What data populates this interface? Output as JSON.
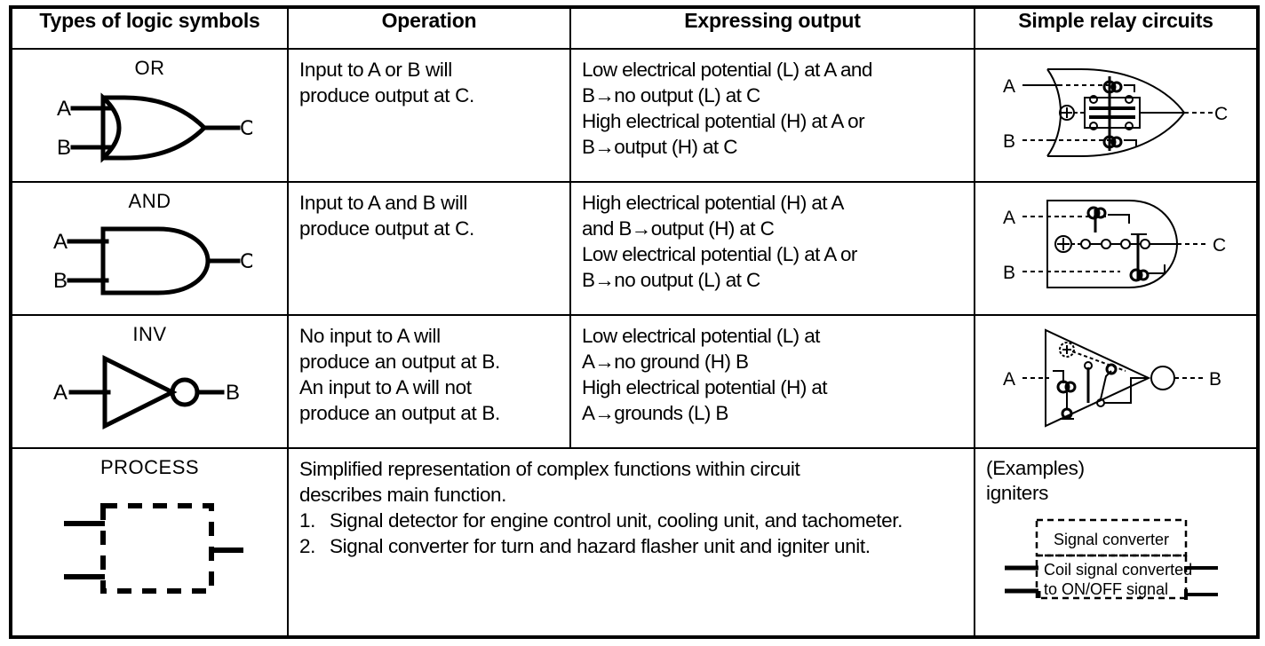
{
  "table": {
    "headers": [
      "Types of logic symbols",
      "Operation",
      "Expressing output",
      "Simple relay circuits"
    ],
    "rows": [
      {
        "symbol_label": "OR",
        "symbol_icon": "or-gate-symbol",
        "symbol_pins": {
          "in1": "A",
          "in2": "B",
          "out": "C"
        },
        "operation": "Input to A or B will\nproduce output at C.",
        "expressing_output": "Low electrical potential (L) at A and\nB→no output (L) at C\nHigh electrical potential (H) at A or\nB→output (H) at C",
        "relay_icon": "or-relay-circuit",
        "relay_pins": {
          "in1": "A",
          "in2": "B",
          "out": "C"
        }
      },
      {
        "symbol_label": "AND",
        "symbol_icon": "and-gate-symbol",
        "symbol_pins": {
          "in1": "A",
          "in2": "B",
          "out": "C"
        },
        "operation": "Input to A and B will\nproduce output at C.",
        "expressing_output": "High electrical potential (H) at A\nand B→output (H) at C\nLow electrical potential (L) at A or\nB→no output (L) at C",
        "relay_icon": "and-relay-circuit",
        "relay_pins": {
          "in1": "A",
          "in2": "B",
          "out": "C"
        }
      },
      {
        "symbol_label": "INV",
        "symbol_icon": "inverter-gate-symbol",
        "symbol_pins": {
          "in1": "A",
          "out": "B"
        },
        "operation": "No input to A will\nproduce an output at B.\nAn input to A will not\nproduce an output at B.",
        "expressing_output": "Low electrical potential (L) at\nA→no ground (H) B\nHigh electrical potential (H) at\nA→grounds (L) B",
        "relay_icon": "inverter-relay-circuit",
        "relay_pins": {
          "in1": "A",
          "out": "B"
        }
      }
    ],
    "process_row": {
      "symbol_label": "PROCESS",
      "symbol_icon": "process-block-symbol",
      "description_lead": "Simplified representation of complex functions within circuit\ndescribes main function.",
      "description_items": [
        {
          "num": "1.",
          "text": "Signal detector for engine control unit, cooling unit, and tachometer."
        },
        {
          "num": "2.",
          "text": "Signal converter for turn and hazard flasher unit and igniter unit."
        }
      ],
      "examples_title": "(Examples)",
      "examples_text": "igniters",
      "signal_converter_icon": "signal-converter-block",
      "signal_converter_title": "Signal converter",
      "signal_converter_line1": "Coil signal converted",
      "signal_converter_line2": "to ON/OFF signal"
    }
  },
  "colors": {
    "ink": "#000000",
    "paper": "#ffffff"
  }
}
